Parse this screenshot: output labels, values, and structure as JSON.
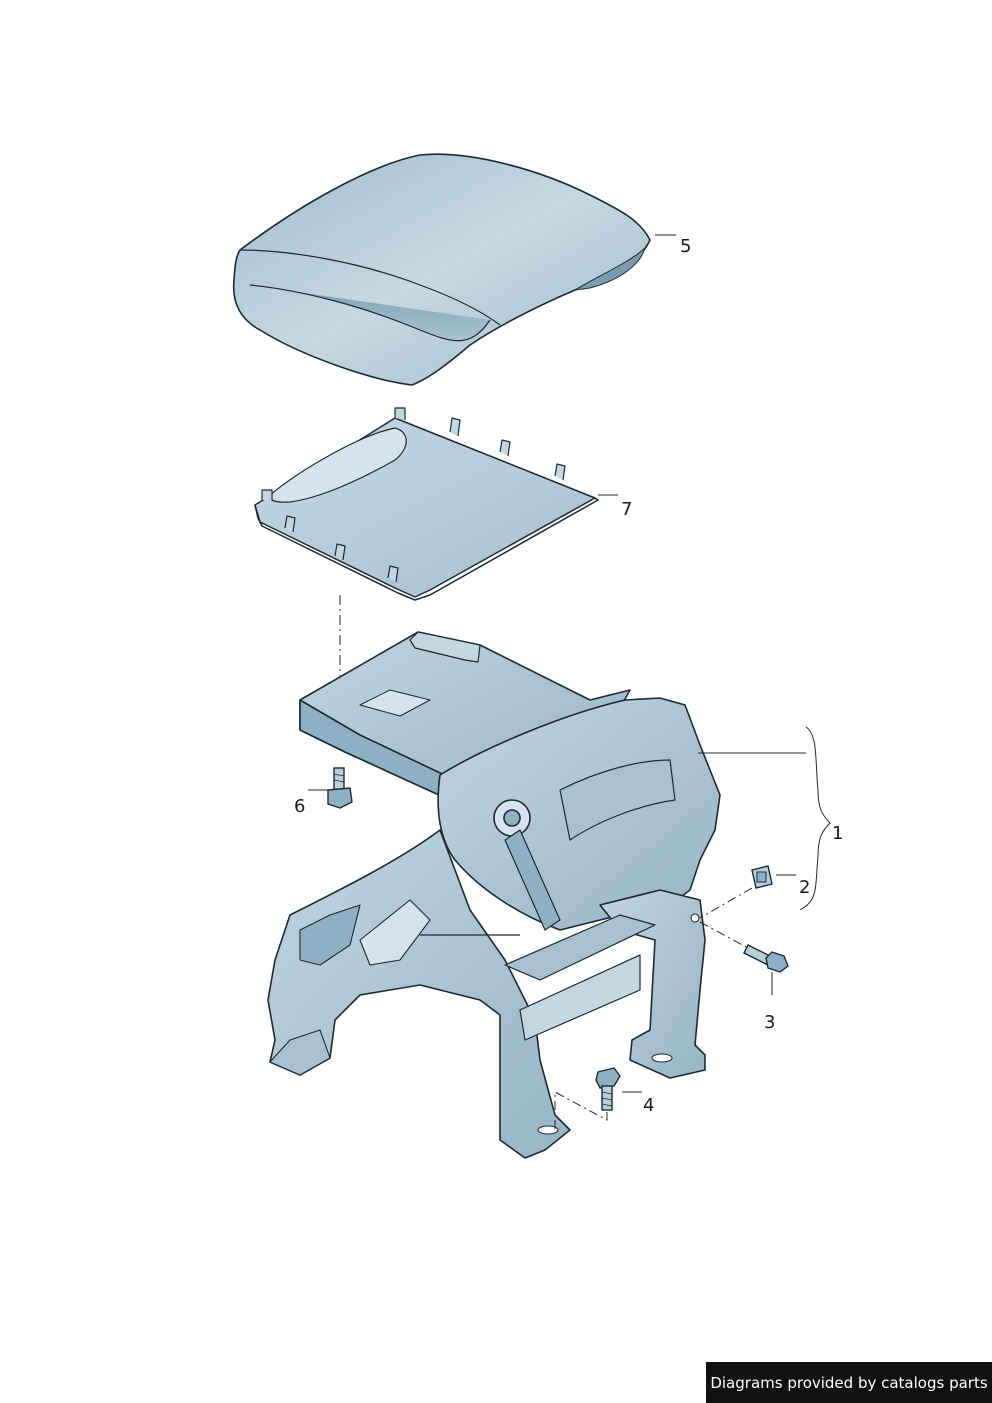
{
  "callouts": {
    "c1": "1",
    "c2": "2",
    "c3": "3",
    "c4": "4",
    "c5": "5",
    "c6": "6",
    "c7": "7"
  },
  "credit": "Diagrams provided by catalogs parts",
  "colors": {
    "part_fill": "#b9cfdc",
    "part_shade": "#8fb0c3",
    "part_light": "#d8e6ee",
    "outline": "#1e2a30",
    "background": "#ffffff"
  }
}
